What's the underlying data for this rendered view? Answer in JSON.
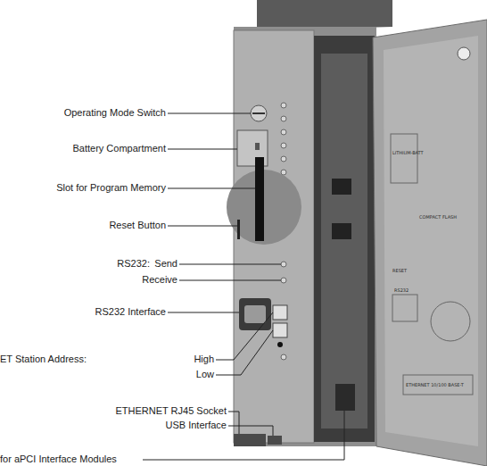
{
  "diagram": {
    "labels": [
      "Operating Mode Switch",
      "Battery Compartment",
      "Slot for Program Memory",
      "Reset Button",
      "RS232:",
      "Send",
      "Receive",
      "RS232 Interface",
      "ET Station Address:",
      "High",
      "Low",
      "ETHERNET RJ45 Socket",
      "USB Interface",
      "for aPCI Interface Modules",
      "LITHIUM-BATT",
      "COMPACT FLASH",
      "RESET",
      "RS232",
      "ETHERNET 10/100 BASE-T"
    ]
  }
}
